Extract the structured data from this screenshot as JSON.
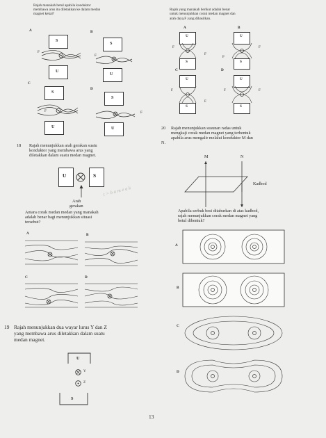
{
  "q17": {
    "stem_lines": [
      "Rajah manakah betul apabila konduktor",
      "membawa arus itu diletakkan ke dalam medan",
      "magnet kekal?"
    ],
    "options": [
      "A",
      "B",
      "C",
      "D"
    ],
    "poles": [
      "S",
      "U"
    ],
    "force": "F"
  },
  "q18": {
    "number": "18",
    "stem_lines": [
      "Rajah menunjukkan arah gerakan suatu",
      "konduktor yang membawa arus yang",
      "diletakkan dalam suatu medan magnet."
    ],
    "pole_left": "U",
    "pole_right": "S",
    "motion_label_lines": [
      "Arah",
      "gerakan"
    ],
    "handwriting": "t = b a m e a k",
    "question_lines": [
      "Antara corak medan medan yang manakah",
      "adalah benar bagi menunjukkan situasi",
      "tersebut?"
    ],
    "options": [
      "A",
      "B",
      "C",
      "D"
    ]
  },
  "q19": {
    "number": "19",
    "stem_lines": [
      "Rajah menunjukkan dua wayar lurus Y dan   Z",
      "yang membawa arus diletakkan dalam suatu",
      "medan magnet."
    ],
    "pole_top": "U",
    "pole_bottom": "S",
    "wire_y": "Y",
    "wire_z": "Z"
  },
  "q_right_top": {
    "stem_lines": [
      "Rajah yang manakah berikut adalah benar",
      "untuk menunjukkan corak medan magnet dan",
      "arah daya,F yang dihasilkan."
    ],
    "options": [
      "A",
      "B",
      "C",
      "D"
    ],
    "poles": [
      "U",
      "S"
    ],
    "force": "F"
  },
  "q20": {
    "number": "20",
    "stem_lines": [
      "Rajah menunjukkan susunan radas untuk",
      "mengkaji corak medan magnet yang terbentuk",
      "apabila arus mengalir melalui konduktor M dan",
      "N."
    ],
    "label_m": "M",
    "label_n": "N",
    "board_label": "Kadbod",
    "question_lines": [
      "Apabila serbuk besi ditaburkan di atas kadbod,",
      "rajah menunjukkan corak medan magnet yang",
      "betul dibentuk?"
    ],
    "options": [
      "A",
      "B",
      "C",
      "D"
    ]
  },
  "page_number": "13"
}
